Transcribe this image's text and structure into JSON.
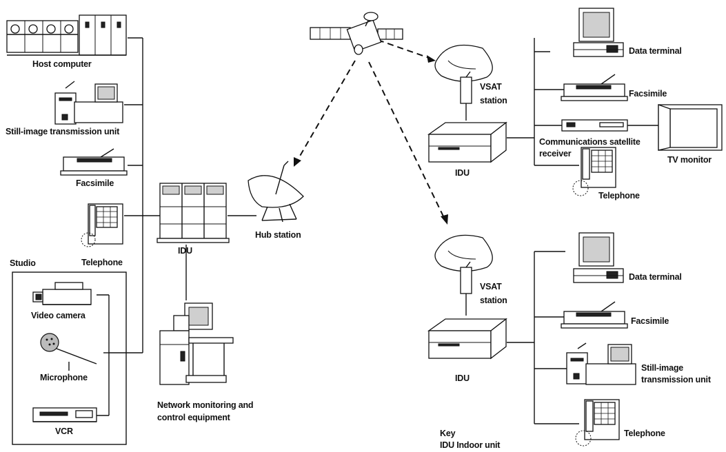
{
  "labels": {
    "host_computer": "Host computer",
    "still_image_left": "Still-image transmission unit",
    "facsimile_left": "Facsimile",
    "telephone_left": "Telephone",
    "studio": "Studio",
    "video_camera": "Video camera",
    "microphone": "Microphone",
    "vcr": "VCR",
    "idu_center": "IDU",
    "hub_station": "Hub station",
    "network_monitoring_1": "Network monitoring and",
    "network_monitoring_2": "control equipment",
    "vsat_top_1": "VSAT",
    "vsat_top_2": "station",
    "idu_top": "IDU",
    "data_terminal_top": "Data terminal",
    "facsimile_top": "Facsimile",
    "cs_receiver_1": "Communications satellite",
    "cs_receiver_2": "receiver",
    "tv_monitor": "TV monitor",
    "telephone_top": "Telephone",
    "vsat_bottom_1": "VSAT",
    "vsat_bottom_2": "station",
    "idu_bottom": "IDU",
    "data_terminal_bottom": "Data terminal",
    "facsimile_bottom": "Facsimile",
    "still_image_bottom_1": "Still-image",
    "still_image_bottom_2": "transmission unit",
    "telephone_bottom": "Telephone",
    "key_title": "Key",
    "key_idu": "IDU Indoor unit"
  }
}
